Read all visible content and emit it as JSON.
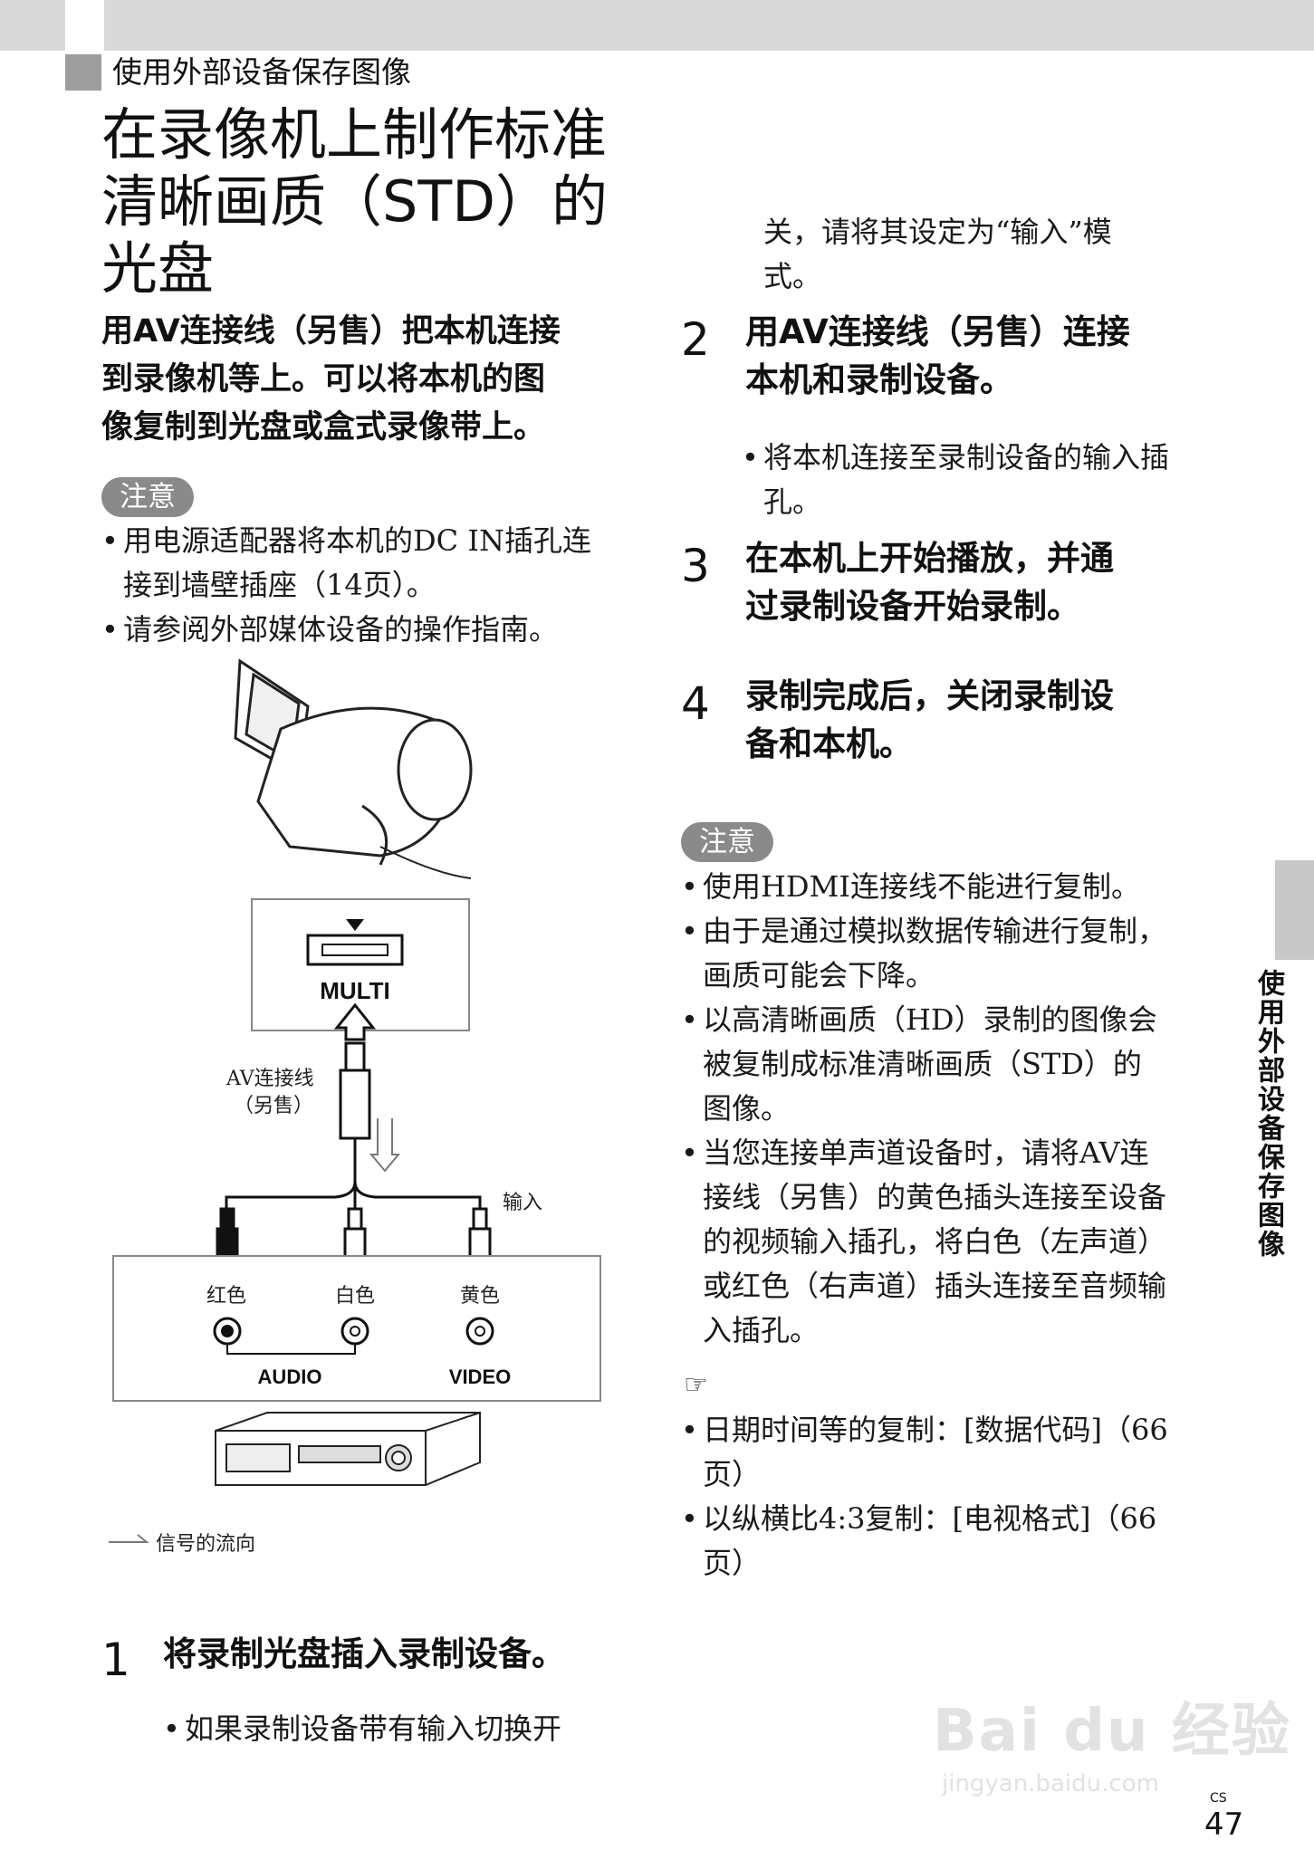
{
  "header": {
    "section_label": "使用外部设备保存图像"
  },
  "title": {
    "line1": "在录像机上制作标准",
    "line2": "清晰画质（STD）的",
    "line3": "光盘"
  },
  "intro": {
    "line1": "用AV连接线（另售）把本机连接",
    "line2": "到录像机等上。可以将本机的图",
    "line3": "像复制到光盘或盒式录像带上。"
  },
  "note1": {
    "label": "注意",
    "items": [
      "用电源适配器将本机的DC IN插孔连接到墙壁插座（14页）。",
      "请参阅外部媒体设备的操作指南。"
    ]
  },
  "diagram": {
    "multi_label": "MULTI",
    "cable_label_1": "AV连接线",
    "cable_label_2": "（另售）",
    "input_label": "输入",
    "red_label": "红色",
    "white_label": "白色",
    "yellow_label": "黄色",
    "audio_label": "AUDIO",
    "video_label": "VIDEO",
    "signal_flow_label": "信号的流向"
  },
  "step1": {
    "number": "1",
    "text": "将录制光盘插入录制设备。",
    "bullet": "如果录制设备带有输入切换开"
  },
  "step1_continued": {
    "line1": "关，请将其设定为“输入”模",
    "line2": "式。"
  },
  "step2": {
    "number": "2",
    "line1": "用AV连接线（另售）连接",
    "line2": "本机和录制设备。",
    "bullet": "将本机连接至录制设备的输入插孔。"
  },
  "step3": {
    "number": "3",
    "line1": "在本机上开始播放，并通",
    "line2": "过录制设备开始录制。"
  },
  "step4": {
    "number": "4",
    "line1": "录制完成后，关闭录制设",
    "line2": "备和本机。"
  },
  "note2": {
    "label": "注意",
    "items": [
      "使用HDMI连接线不能进行复制。",
      "由于是通过模拟数据传输进行复制，画质可能会下降。",
      "以高清晰画质（HD）录制的图像会被复制成标准清晰画质（STD）的图像。",
      "当您连接单声道设备时，请将AV连接线（另售）的黄色插头连接至设备的视频输入插孔，将白色（左声道）或红色（右声道）插头连接至音频输入插孔。"
    ]
  },
  "hints": {
    "icon": "hint-icon",
    "items": [
      "日期时间等的复制：[数据代码]（66页）",
      "以纵横比4:3复制：[电视格式]（66页）"
    ]
  },
  "side_tab": {
    "text": "使用外部设备保存图像"
  },
  "footer": {
    "page_number": "47",
    "lang": "CS",
    "watermark": "Bai du 经验",
    "watermark_sub": "jingyan.baidu.com"
  }
}
